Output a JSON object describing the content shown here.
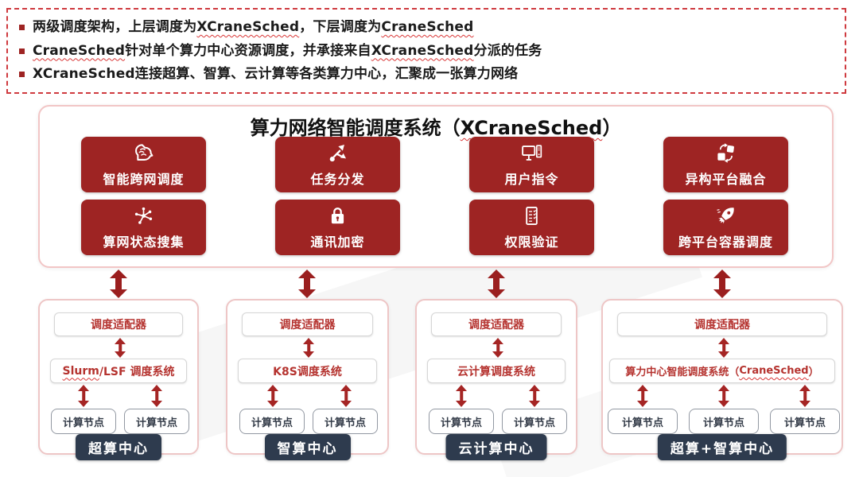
{
  "colors": {
    "feature_red": "#9e2423",
    "arrow_red": "#9b1f1f",
    "label_navy": "#2e3b4e",
    "dashed_border_red": "#cf3a3f",
    "inner_text_red": "#b5332f"
  },
  "bullets": [
    {
      "segments": [
        {
          "text": "两级调度架构，上层调度为",
          "wavy": false
        },
        {
          "text": "XCraneSched",
          "wavy": true
        },
        {
          "text": "，下层调度为",
          "wavy": false
        },
        {
          "text": "CraneSched",
          "wavy": true
        }
      ]
    },
    {
      "segments": [
        {
          "text": "CraneSched",
          "wavy": true
        },
        {
          "text": "针对单个算力中心资源调度，并承接来自",
          "wavy": false
        },
        {
          "text": "XCraneSched",
          "wavy": true
        },
        {
          "text": "分派的任务",
          "wavy": false
        }
      ]
    },
    {
      "segments": [
        {
          "text": "XCraneSched连接超算、智算、云计算等各类算力中心，汇聚成一张算力网络",
          "wavy": false
        }
      ]
    }
  ],
  "panel": {
    "title_prefix": "算力网络智能调度系统（",
    "title_brand": "XCraneSched",
    "title_suffix": "）",
    "features": [
      {
        "icon": "brain-icon",
        "label": "智能跨网调度"
      },
      {
        "icon": "branch-arrows-icon",
        "label": "任务分发"
      },
      {
        "icon": "desktop-icon",
        "label": "用户指令"
      },
      {
        "icon": "puzzle-fusion-icon",
        "label": "异构平台融合"
      },
      {
        "icon": "network-nodes-icon",
        "label": "算网状态搜集"
      },
      {
        "icon": "lock-icon",
        "label": "通讯加密"
      },
      {
        "icon": "checklist-icon",
        "label": "权限验证"
      },
      {
        "icon": "rocket-icon",
        "label": "跨平台容器调度"
      }
    ]
  },
  "centers": [
    {
      "adapter": "调度适配器",
      "system": [
        {
          "text": "Slurm",
          "wavy": true
        },
        {
          "text": "/LSF 调度系统",
          "wavy": false
        }
      ],
      "nodes": [
        "计算节点",
        "计算节点"
      ],
      "label": "超算中心"
    },
    {
      "adapter": "调度适配器",
      "system": [
        {
          "text": "K8S调度系统",
          "wavy": false
        }
      ],
      "nodes": [
        "计算节点",
        "计算节点"
      ],
      "label": "智算中心"
    },
    {
      "adapter": "调度适配器",
      "system": [
        {
          "text": "云计算调度系统",
          "wavy": false
        }
      ],
      "nodes": [
        "计算节点",
        "计算节点"
      ],
      "label": "云计算中心"
    },
    {
      "adapter": "调度适配器",
      "system": [
        {
          "text": "算力中心智能调度系统（",
          "wavy": false
        },
        {
          "text": "CraneSched",
          "wavy": true
        },
        {
          "text": "）",
          "wavy": false
        }
      ],
      "nodes": [
        "计算节点",
        "计算节点",
        "计算节点"
      ],
      "label": "超算+智算中心"
    }
  ]
}
